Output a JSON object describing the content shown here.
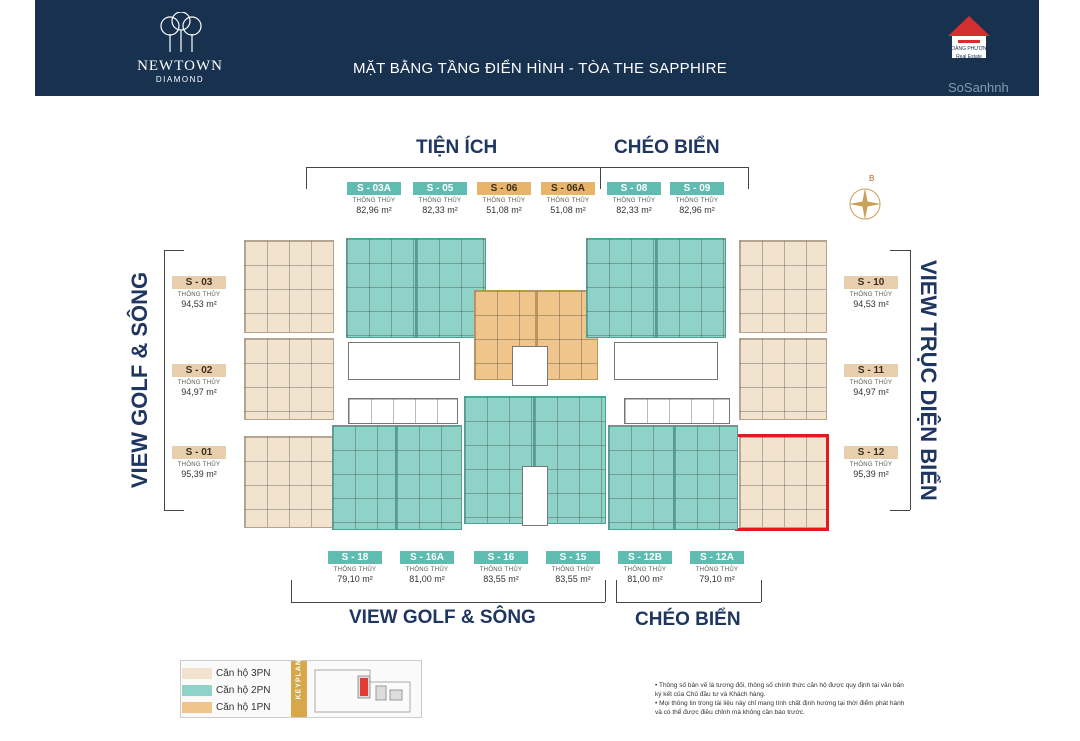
{
  "header": {
    "logo_name": "NEWTOWN",
    "logo_sub": "DIAMOND",
    "title": "MẶT BẰNG TẦNG ĐIỂN HÌNH - TÒA THE SAPPHIRE",
    "brand_line1": "HOÀNG PHƯƠNG",
    "brand_line2": "Real Estate",
    "watermark": "SoSanhnh"
  },
  "headings": {
    "top_left": "TIỆN ÍCH",
    "top_right": "CHÉO BIỂN",
    "left": "VIEW GOLF & SÔNG",
    "right": "VIEW TRỤC DIỆN BIỂN",
    "bottom_left": "VIEW GOLF & SÔNG",
    "bottom_right": "CHÉO BIỂN"
  },
  "compass_label": "B",
  "area_label": "THÔNG THỦY",
  "units": {
    "s03a": {
      "code": "S - 03A",
      "area": "82,96 m²"
    },
    "s05": {
      "code": "S - 05",
      "area": "82,33 m²"
    },
    "s06": {
      "code": "S - 06",
      "area": "51,08 m²"
    },
    "s06a": {
      "code": "S - 06A",
      "area": "51,08 m²"
    },
    "s08": {
      "code": "S - 08",
      "area": "82,33 m²"
    },
    "s09": {
      "code": "S - 09",
      "area": "82,96 m²"
    },
    "s03": {
      "code": "S - 03",
      "area": "94,53 m²"
    },
    "s02": {
      "code": "S - 02",
      "area": "94,97 m²"
    },
    "s01": {
      "code": "S - 01",
      "area": "95,39 m²"
    },
    "s10": {
      "code": "S - 10",
      "area": "94,53 m²"
    },
    "s11": {
      "code": "S - 11",
      "area": "94,97 m²"
    },
    "s12": {
      "code": "S - 12",
      "area": "95,39 m²"
    },
    "s18": {
      "code": "S - 18",
      "area": "79,10 m²"
    },
    "s16a": {
      "code": "S - 16A",
      "area": "81,00 m²"
    },
    "s16": {
      "code": "S - 16",
      "area": "83,55 m²"
    },
    "s15": {
      "code": "S - 15",
      "area": "83,55 m²"
    },
    "s12b": {
      "code": "S - 12B",
      "area": "81,00 m²"
    },
    "s12a": {
      "code": "S - 12A",
      "area": "79,10 m²"
    }
  },
  "legend": {
    "items": [
      "Căn hộ 3PN",
      "Căn hộ 2PN",
      "Căn hộ 1PN"
    ],
    "colors": {
      "3pn": "#f2e3cf",
      "2pn": "#8fd2c7",
      "1pn": "#efc58c"
    },
    "keyplan": "KEYPLAN"
  },
  "notes": [
    "Thông số bản vẽ là tương đối, thông số chính thức căn hộ được quy định tại văn bản ký kết của Chủ đầu tư và Khách hàng.",
    "Mọi thông tin trong tài liệu này chỉ mang tính chất định hướng tại thời điểm phát hành và có thể được điều chỉnh mà không cần báo trước."
  ],
  "highlight_color": "#e01b1b"
}
